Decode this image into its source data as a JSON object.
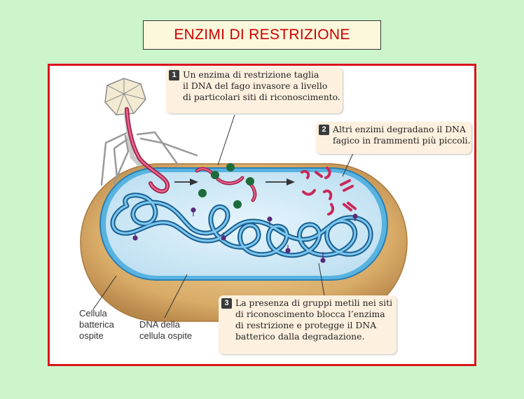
{
  "title": "ENZIMI DI RESTRIZIONE",
  "colors": {
    "background": "#ccf5cc",
    "title_text": "#cc0000",
    "frame_border": "#d9141b",
    "cell_wall": "#d4a868",
    "cytoplasm": "#cfe9f6",
    "bacterial_dna": "#2f93d2",
    "phage_dna": "#d63a6a",
    "restriction_enzyme": "#1e6b3a",
    "methyl_group": "#5a2a7a",
    "callout_bg": "#fdf0de"
  },
  "callouts": [
    {
      "number": "1",
      "lines": [
        "Un enzima di restrizione taglia",
        "il DNA del fago invasore a livello",
        "di particolari siti di riconoscimento."
      ]
    },
    {
      "number": "2",
      "lines": [
        "Altri enzimi degradano il DNA",
        "fagico in frammenti più piccoli."
      ]
    },
    {
      "number": "3",
      "lines": [
        "La presenza di gruppi metili nei siti",
        "di riconoscimento blocca l’enzima",
        "di restrizione e protegge il DNA",
        "batterico dalla degradazione."
      ]
    }
  ],
  "labels": {
    "cell": [
      "Cellula",
      "batterica",
      "ospite"
    ],
    "dna": [
      "DNA della",
      "cellula ospite"
    ]
  }
}
